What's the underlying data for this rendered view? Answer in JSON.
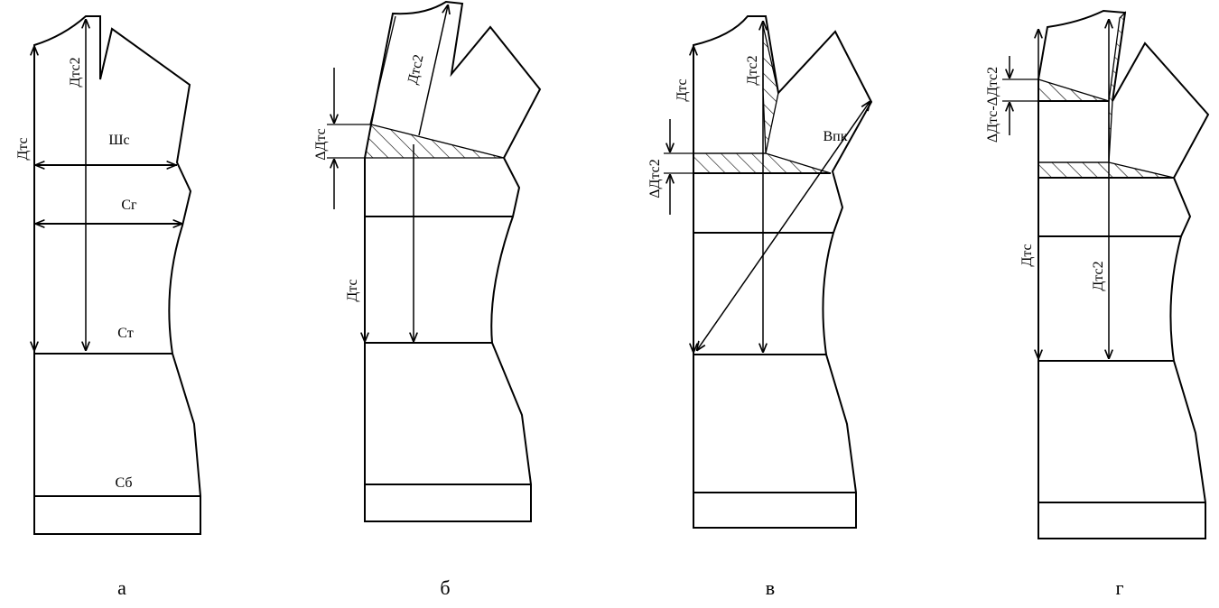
{
  "panels": [
    {
      "caption": "а",
      "labels": {
        "dts": "Дтс",
        "dts2": "Дтс2",
        "shs": "Шс",
        "sg": "Сг",
        "st": "Ст",
        "sb": "Сб"
      }
    },
    {
      "caption": "б",
      "labels": {
        "dts2": "Дтс2",
        "delta_dts": "ΔДтс",
        "dts": "Дтс"
      }
    },
    {
      "caption": "в",
      "labels": {
        "dts": "Дтс",
        "dts2": "Дтс2",
        "vpk": "Впк",
        "delta_dts2": "ΔДтс2"
      }
    },
    {
      "caption": "г",
      "labels": {
        "delta_diff": "ΔДтс-ΔДтс2",
        "dts": "Дтс",
        "dts2": "Дтс2"
      }
    }
  ]
}
